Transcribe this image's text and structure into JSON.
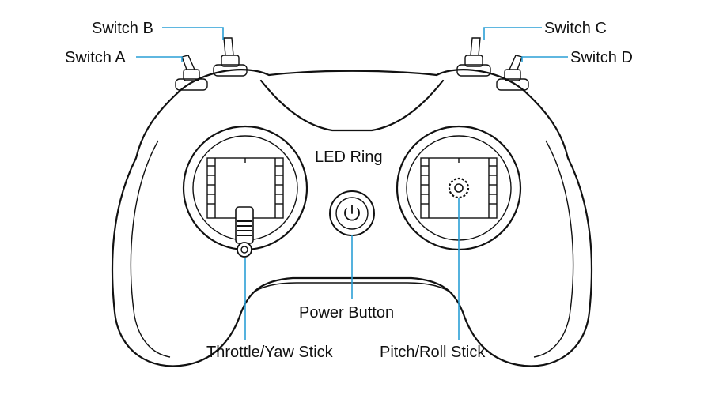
{
  "labels": {
    "switch_a": "Switch A",
    "switch_b": "Switch B",
    "switch_c": "Switch C",
    "switch_d": "Switch D",
    "led_ring": "LED Ring",
    "power_button": "Power Button",
    "throttle_yaw_stick": "Throttle/Yaw Stick",
    "pitch_roll_stick": "Pitch/Roll Stick"
  },
  "colors": {
    "leader_line": "#2a9fd6",
    "outline": "#111111",
    "background": "#ffffff"
  },
  "icons": {
    "power_button": "power-icon"
  }
}
